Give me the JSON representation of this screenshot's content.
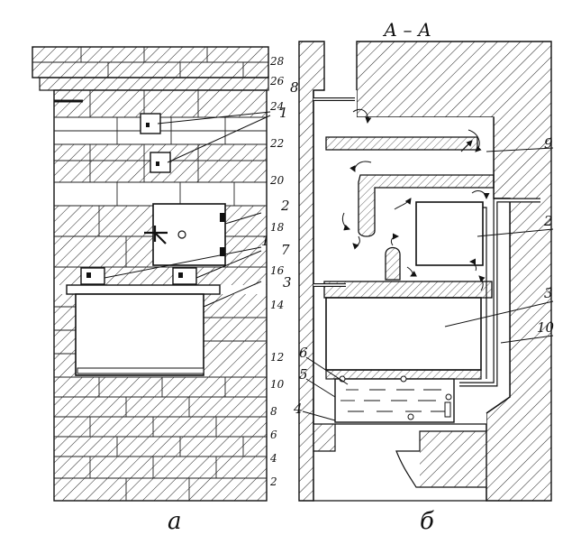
{
  "section_title": "А – А",
  "panel_labels": {
    "left": "а",
    "right": "б"
  },
  "course_numbers": [
    "28",
    "26",
    "24",
    "22",
    "20",
    "18",
    "16",
    "14",
    "12",
    "10",
    "8",
    "6",
    "4",
    "2"
  ],
  "callouts_left": [
    "1",
    "2",
    "1",
    "7",
    "3"
  ],
  "callouts_right": [
    "8",
    "9",
    "2",
    "3",
    "10",
    "6",
    "5",
    "4"
  ]
}
